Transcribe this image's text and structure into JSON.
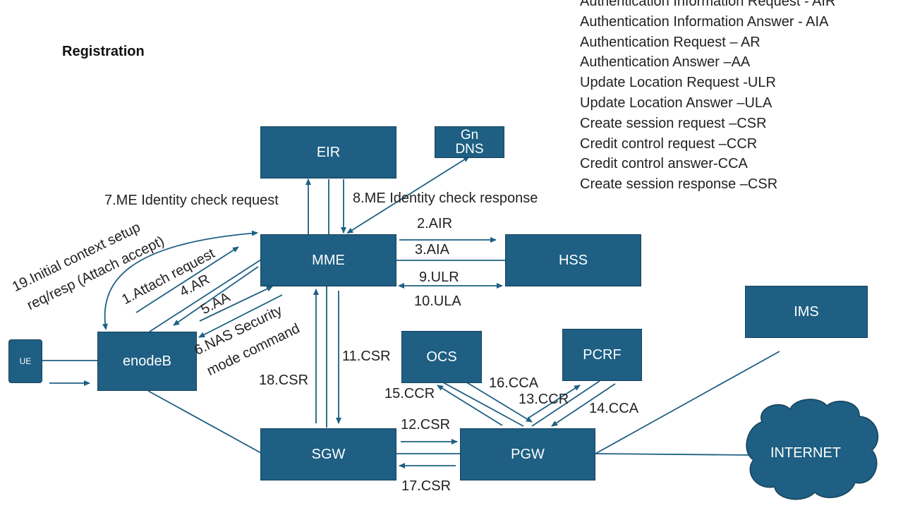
{
  "title": "Registration",
  "legend": [
    "Authentication Information Request  - AIR",
    "Authentication Information Answer  - AIA",
    "Authentication Request – AR",
    "Authentication Answer –AA",
    "Update Location Request -ULR",
    "Update Location Answer –ULA",
    "Create session request –CSR",
    "Credit control request –CCR",
    "Credit control answer-CCA",
    "Create session response –CSR"
  ],
  "nodes": {
    "eir": "EIR",
    "gn_dns_line1": "Gn",
    "gn_dns_line2": "DNS",
    "mme": "MME",
    "hss": "HSS",
    "ims": "IMS",
    "ue": "UE",
    "enodeb": "enodeB",
    "ocs": "OCS",
    "pcrf": "PCRF",
    "sgw": "SGW",
    "pgw": "PGW",
    "internet": "INTERNET"
  },
  "messages": {
    "m1": "1.Attach request",
    "m2": "2.AIR",
    "m3": "3.AIA",
    "m4": "4.AR",
    "m5": "5.AA",
    "m6_line1": "6.NAS Security",
    "m6_line2": "mode command",
    "m7": "7.ME Identity check request",
    "m8": "8.ME Identity check response",
    "m9": "9.ULR",
    "m10": "10.ULA",
    "m11": "11.CSR",
    "m12": "12.CSR",
    "m13": "13.CCR",
    "m14": "14.CCA",
    "m15": "15.CCR",
    "m16": "16.CCA",
    "m17": "17.CSR",
    "m18": "18.CSR",
    "m19_line1": "19.Initial context setup",
    "m19_line2": "req/resp (Attach accept)"
  },
  "colors": {
    "box_fill": "#1e5f83",
    "line": "#1e5f83"
  }
}
